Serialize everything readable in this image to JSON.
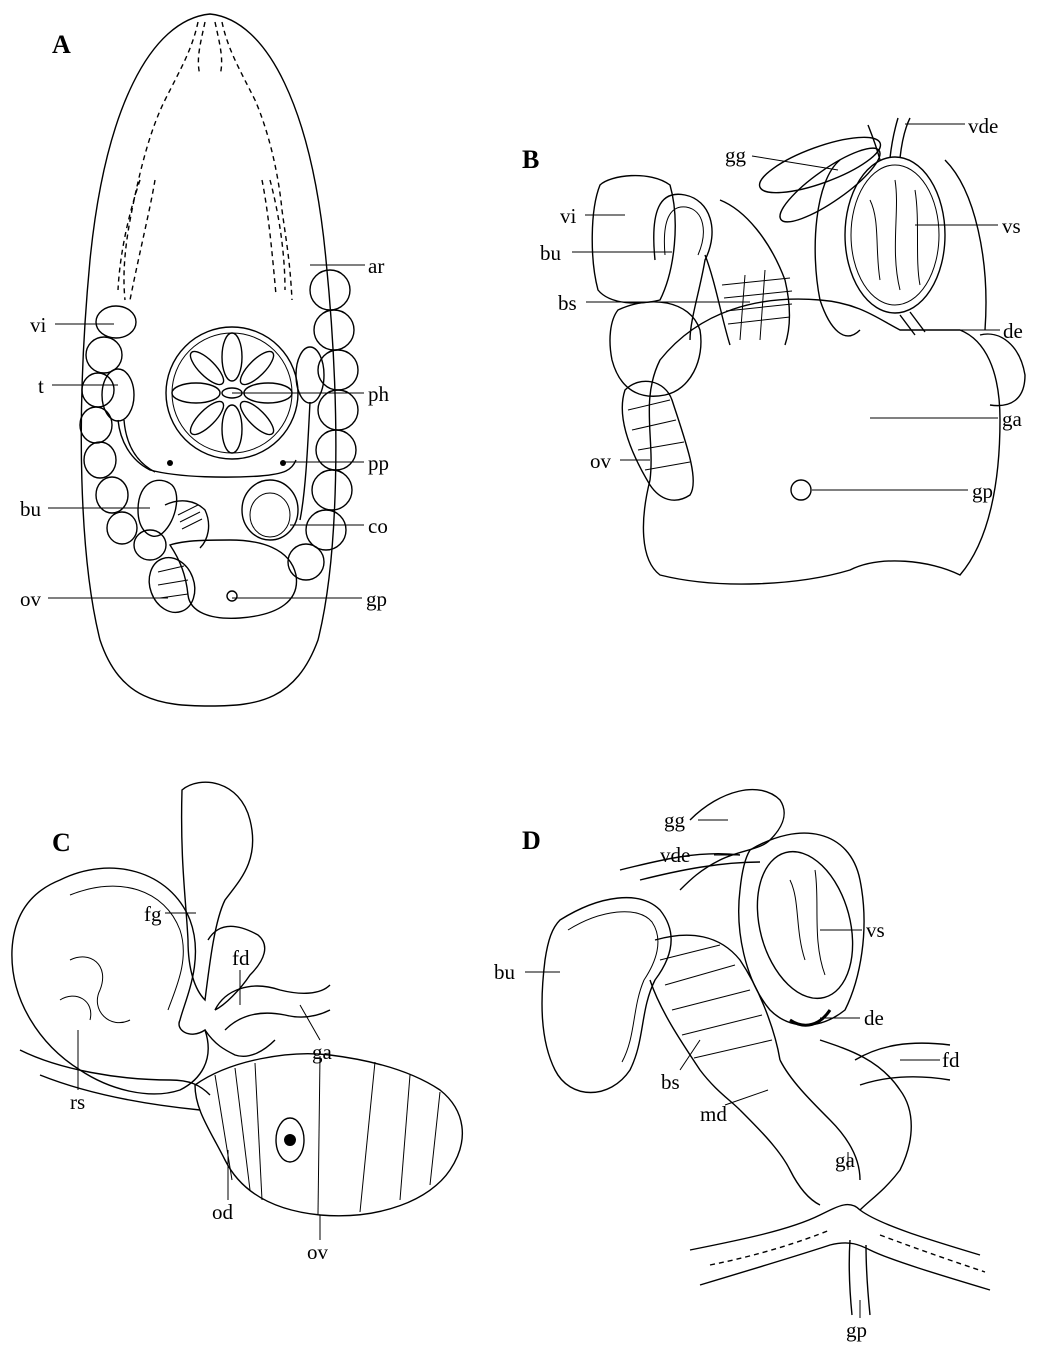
{
  "panels": {
    "A": {
      "letter": "A",
      "labels": {
        "ar": "ar",
        "vi": "vi",
        "t": "t",
        "ph": "ph",
        "pp": "pp",
        "bu": "bu",
        "co": "co",
        "ov": "ov",
        "gp": "gp"
      }
    },
    "B": {
      "letter": "B",
      "labels": {
        "vde": "vde",
        "gg": "gg",
        "vi": "vi",
        "vs": "vs",
        "bu": "bu",
        "bs": "bs",
        "de": "de",
        "ga": "ga",
        "ov": "ov",
        "gp": "gp"
      }
    },
    "C": {
      "letter": "C",
      "labels": {
        "fg": "fg",
        "fd": "fd",
        "ga": "ga",
        "rs": "rs",
        "od": "od",
        "ov": "ov"
      }
    },
    "D": {
      "letter": "D",
      "labels": {
        "gg": "gg",
        "vde": "vde",
        "vs": "vs",
        "bu": "bu",
        "de": "de",
        "fd": "fd",
        "bs": "bs",
        "md": "md",
        "ga": "ga",
        "gp": "gp"
      }
    }
  }
}
